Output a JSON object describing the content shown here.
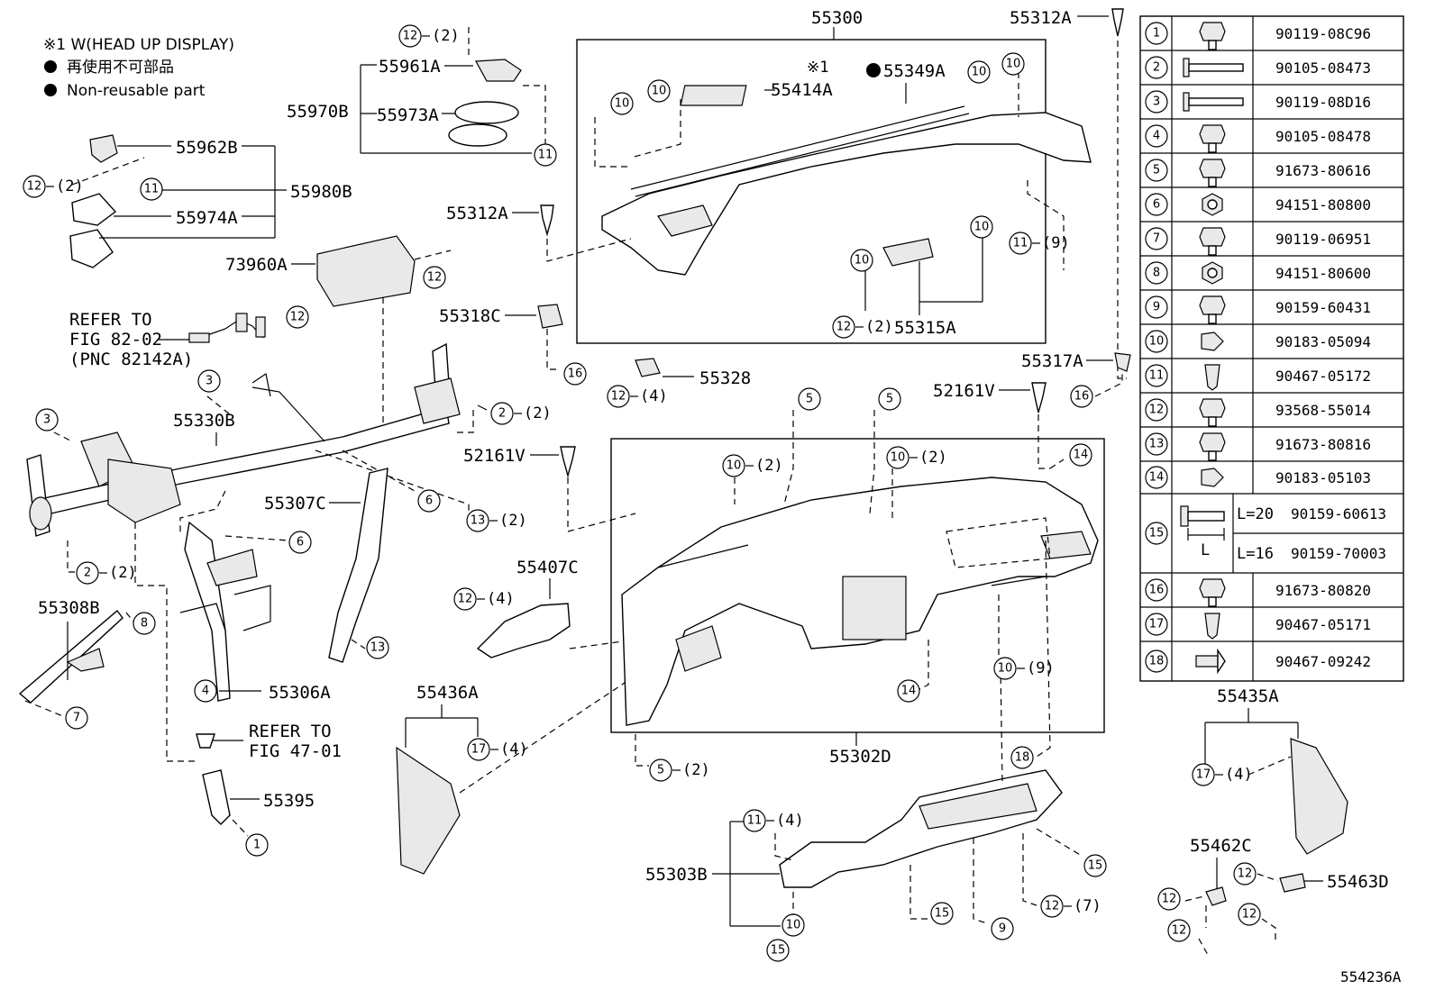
{
  "notes": {
    "line1": "※1  W(HEAD UP DISPLAY)",
    "line2": "再使用不可部品",
    "line3": "Non-reusable part"
  },
  "callouts": {
    "p55300": "55300",
    "p55312A_top": "55312A",
    "p55312A_mid": "55312A",
    "p55414A": "55414A",
    "p55349A": "55349A",
    "star1": "※1",
    "p55961A": "55961A",
    "p55970B": "55970B",
    "p55973A": "55973A",
    "p55962B": "55962B",
    "p55980B": "55980B",
    "p55974A": "55974A",
    "p73960A": "73960A",
    "p55318C": "55318C",
    "p55315A": "55315A",
    "p55317A": "55317A",
    "p55328": "55328",
    "p52161V_a": "52161V",
    "p52161V_b": "52161V",
    "p55330B": "55330B",
    "p55307C": "55307C",
    "p55407C": "55407C",
    "p55308B": "55308B",
    "p55306A": "55306A",
    "p55436A": "55436A",
    "p55302D": "55302D",
    "p55395": "55395",
    "p55303B": "55303B",
    "p55435A": "55435A",
    "p55462C": "55462C",
    "p55463D": "55463D",
    "refer1_a": "REFER TO",
    "refer1_b": "FIG 82-02",
    "refer1_c": "(PNC 82142A)",
    "refer2_a": "REFER TO",
    "refer2_b": "FIG 47-01",
    "figure_id": "554236A"
  },
  "qty": {
    "q2": "(2)",
    "q4": "(4)",
    "q7": "(7)",
    "q9": "(9)"
  },
  "fasteners": [
    {
      "no": "1",
      "part": "90119-08C96"
    },
    {
      "no": "2",
      "part": "90105-08473"
    },
    {
      "no": "3",
      "part": "90119-08D16"
    },
    {
      "no": "4",
      "part": "90105-08478"
    },
    {
      "no": "5",
      "part": "91673-80616"
    },
    {
      "no": "6",
      "part": "94151-80800"
    },
    {
      "no": "7",
      "part": "90119-06951"
    },
    {
      "no": "8",
      "part": "94151-80600"
    },
    {
      "no": "9",
      "part": "90159-60431"
    },
    {
      "no": "10",
      "part": "90183-05094"
    },
    {
      "no": "11",
      "part": "90467-05172"
    },
    {
      "no": "12",
      "part": "93568-55014"
    },
    {
      "no": "13",
      "part": "91673-80816"
    },
    {
      "no": "14",
      "part": "90183-05103"
    },
    {
      "no": "15",
      "part": "90159-60613",
      "length": "L=20",
      "part2": "90159-70003",
      "length2": "L=16",
      "dim": "L"
    },
    {
      "no": "16",
      "part": "91673-80820"
    },
    {
      "no": "17",
      "part": "90467-05171"
    },
    {
      "no": "18",
      "part": "90467-09242"
    }
  ]
}
